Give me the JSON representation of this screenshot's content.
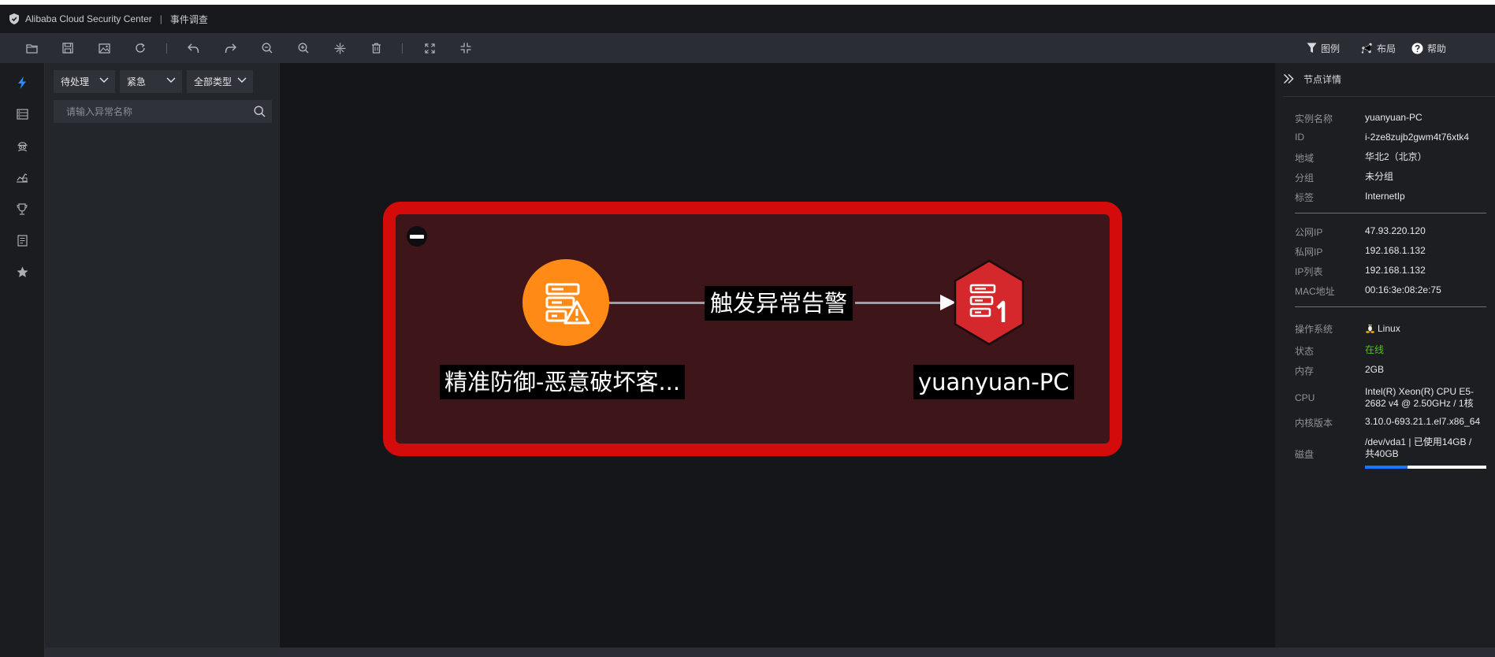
{
  "titlebar": {
    "app_name": "Alibaba Cloud Security Center",
    "separator": "|",
    "page_title": "事件调查"
  },
  "toolbar": {
    "buttons": [
      {
        "icon": "folder-open-icon"
      },
      {
        "icon": "save-icon"
      },
      {
        "icon": "image-export-icon"
      },
      {
        "icon": "refresh-icon"
      },
      {
        "icon": "undo-icon"
      },
      {
        "icon": "redo-icon"
      },
      {
        "icon": "zoom-out-icon"
      },
      {
        "icon": "zoom-in-icon"
      },
      {
        "icon": "fit-view-icon"
      },
      {
        "icon": "delete-icon"
      },
      {
        "icon": "fullscreen-icon"
      },
      {
        "icon": "exit-fullscreen-icon"
      }
    ],
    "legend_label": "图例",
    "layout_label": "布局",
    "help_label": "帮助"
  },
  "left_rail": {
    "items": [
      {
        "icon": "lightning-icon",
        "active": true
      },
      {
        "icon": "server-list-icon"
      },
      {
        "icon": "hacker-icon"
      },
      {
        "icon": "dashboard-icon"
      },
      {
        "icon": "trophy-icon"
      },
      {
        "icon": "report-icon"
      },
      {
        "icon": "star-icon"
      }
    ]
  },
  "filters": {
    "status": "待处理",
    "severity": "紧急",
    "type": "全部类型",
    "search_placeholder": "请输入异常名称",
    "search_value": ""
  },
  "graph": {
    "attack_node_label": "精准防御-恶意破坏客...",
    "edge_label": "触发异常告警",
    "host_node_label": "yuanyuan-PC",
    "colors": {
      "group_border": "#d30b0b",
      "group_fill": "#3e1519",
      "attack_node": "#ff8b16",
      "host_node": "#d4282c"
    }
  },
  "details": {
    "title": "节点详情",
    "basic": [
      {
        "key": "实例名称",
        "value": "yuanyuan-PC"
      },
      {
        "key": "ID",
        "value": "i-2ze8zujb2gwm4t76xtk4"
      },
      {
        "key": "地域",
        "value": "华北2（北京）"
      },
      {
        "key": "分组",
        "value": "未分组"
      },
      {
        "key": "标签",
        "value": "InternetIp"
      }
    ],
    "network": [
      {
        "key": "公网IP",
        "value": "47.93.220.120"
      },
      {
        "key": "私网IP",
        "value": "192.168.1.132"
      },
      {
        "key": "IP列表",
        "value": "192.168.1.132"
      },
      {
        "key": "MAC地址",
        "value": "00:16:3e:08:2e:75"
      }
    ],
    "system": {
      "os_key": "操作系统",
      "os_value": "Linux",
      "status_key": "状态",
      "status_value": "在线",
      "memory_key": "内存",
      "memory_value": "2GB",
      "cpu_key": "CPU",
      "cpu_value": "Intel(R) Xeon(R) CPU E5-2682 v4 @ 2.50GHz / 1核",
      "kernel_key": "内核版本",
      "kernel_value": "3.10.0-693.21.1.el7.x86_64",
      "disk_key": "磁盘",
      "disk_value": "/dev/vda1 | 已使用14GB / 共40GB",
      "disk_usage_fraction": 0.35
    }
  }
}
